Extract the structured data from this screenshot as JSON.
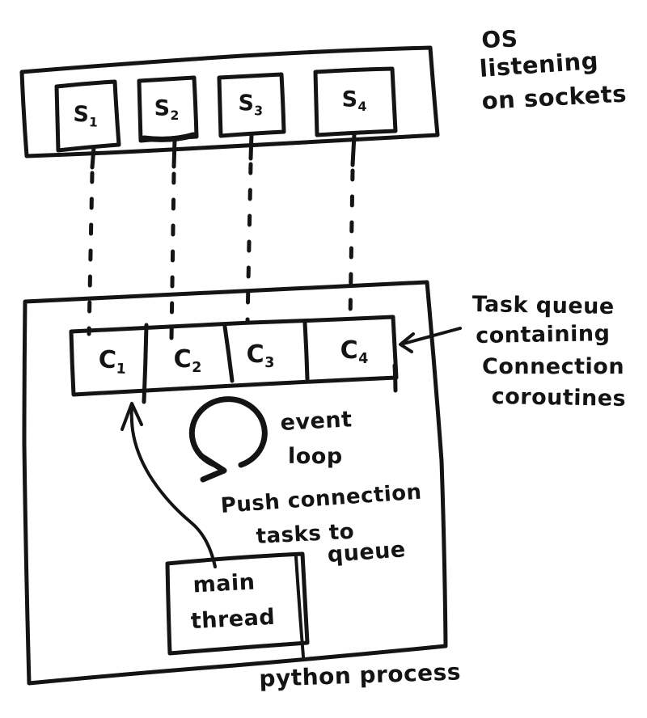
{
  "colors": {
    "ink": "#141414",
    "background": "#ffffff"
  },
  "os_sockets": {
    "annotation": [
      "OS",
      "listening",
      "on sockets"
    ],
    "sockets": [
      {
        "base": "S",
        "sub": "1"
      },
      {
        "base": "S",
        "sub": "2"
      },
      {
        "base": "S",
        "sub": "3"
      },
      {
        "base": "S",
        "sub": "4"
      }
    ]
  },
  "task_queue": {
    "annotation": [
      "Task queue",
      "containing",
      "Connection",
      "coroutines"
    ],
    "cells": [
      {
        "base": "C",
        "sub": "1"
      },
      {
        "base": "C",
        "sub": "2"
      },
      {
        "base": "C",
        "sub": "3"
      },
      {
        "base": "C",
        "sub": "4"
      }
    ]
  },
  "event_loop": {
    "label": [
      "event",
      "loop"
    ]
  },
  "push_annotation": [
    "Push connection",
    "tasks to",
    "queue"
  ],
  "main_thread": [
    "main",
    "thread"
  ],
  "process_label": "python process"
}
